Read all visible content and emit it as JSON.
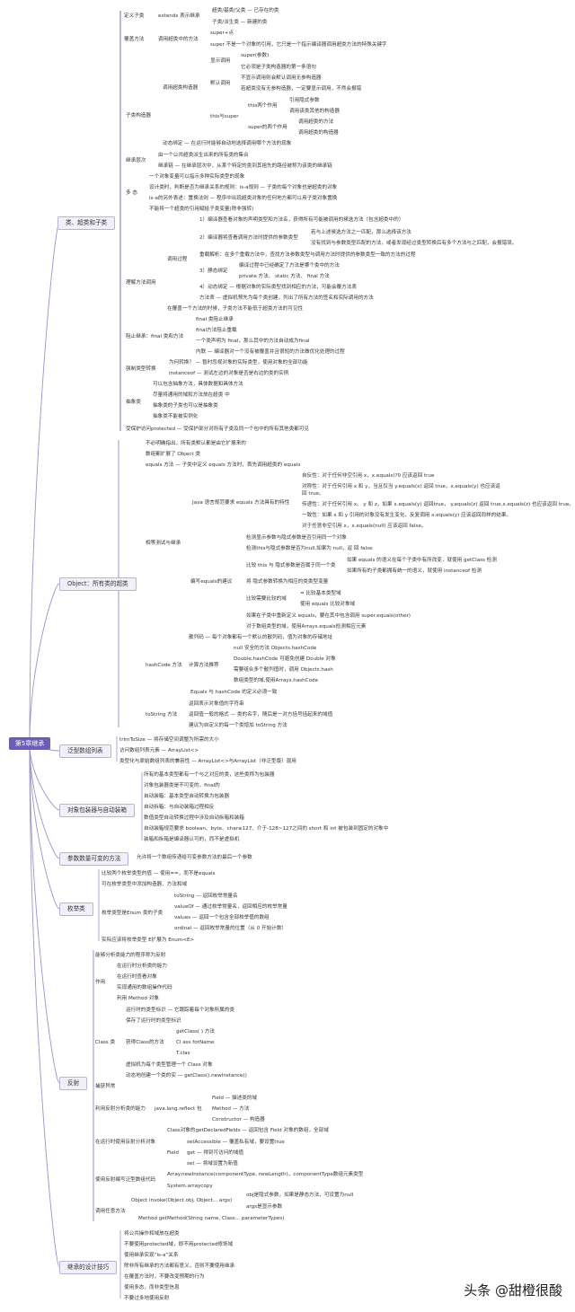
{
  "root": "第5章继承",
  "branches": {
    "b1": {
      "title": "类、超类和子类",
      "define_subclass": "定义子类",
      "extends": "extends 表示继承",
      "superclass": "超类/基类/父类 — 已存在的类",
      "subclass": "子类/派生类 — 新建的类",
      "override": "覆盖方法",
      "call_super_method": "调用超类中的方法",
      "super_dot": "super+点",
      "super_note": "super 不是一个对象的引用，它只是一个指示编译器调用超类方法的特殊关键字",
      "ctor": "子类构造器",
      "call_super_ctor": "调用超类构造器",
      "explicit": "显示调用",
      "explicit_1": "super(参数)",
      "explicit_2": "它必须是子类构造器的第一条语句",
      "implicit": "默认调用",
      "implicit_1": "不显示调用则会默认调用无参构造器",
      "implicit_2": "若超类没有无参构造器，一定要显示调用，不然会报错",
      "this_super": "this与super",
      "this_two": "this两个作用",
      "this_a": "引用隐式参数",
      "this_b": "调用该类其他的构造器",
      "super_two": "super的两个作用",
      "super_a": "调用超类的方法",
      "super_b": "调用超类的构造器",
      "dyn_bind": "动态绑定 — 在运行时能够自动地选择调用哪个方法的现象",
      "hierarchy": "继承层次",
      "hier_1": "由一个公共超类派生出来的所有类的集合",
      "hier_2": "继承链 — 在继承层次中，从某个特定的类到其祖先的路径被称为该类的继承链",
      "poly": "多 态",
      "poly_1": "一个对象变量可以指示多种实际类型的现象",
      "poly_2": "设计类时，判断是否为继承关系的规则：is-a规则 — 子类的每个对象也是超类的对象",
      "poly_3": "is-a的另外表述：置换法则 — 程序中出现超类对象的任何地方都可以用子类对象置换",
      "poly_4": "不能将一个超类的引用赋给子类变量(除非强转)",
      "understand": "理解方法调用",
      "process": "调用过程",
      "p1": "1）编译器查看对象的声明类型和方法名，获得所有可能被调用的候选方法（包含超类中的）",
      "p2": "2）编译器将查看调用方法时提供的参数类型",
      "p2a": "若与上述候选方法之一匹配，那么选择该方法",
      "p2b": "没有找到与参数类型匹配的方法，或者发现经过类型转换后有多个方法与之匹配，会报错误。",
      "overload": "重载解析：在多个重载方法中，查找方法参数类型与调用方法时提供的参数类型一致的方法的过程",
      "p3": "3）静态绑定",
      "p3a": "编译过程中已经确定了方法是哪个类中的方法",
      "p3b": "private 方法、 static 方法、 final 方法",
      "p4": "4）动态绑定 — 根据对象的实际类型找到相应的方法，可能会覆方法表",
      "mtable": "方法表 — 虚拟机预先为每个类创建，列出了所有方法的签名和实际调用的方法",
      "visibility": "在覆盖一个方法的时候，子类方法不能低于超类方法的可见性",
      "prevent": "阻止继承：final 类和方法",
      "f1": "final 类阻止继承",
      "f2": "final方法阻止重载",
      "f3": "一个类声明为 final，那么其中的方法自动成为final",
      "f4": "内联 — 编译器对一个没有被覆盖并且很短的方法做优化处理的过程",
      "cast": "强制类型转换",
      "cast_1": "为何转换？ — 暂时忽视对象的实际类型，使用对象的全部功能",
      "cast_2": "instanceof — 测试左边的对象是否是右边的类的实例",
      "abstract": "抽象类",
      "a1": "可以包含抽象方法，具体数据和具体方法",
      "a2": "尽量将通用的域和方法放在超类 中",
      "a3": "抽象类的子类也可以是抽象类",
      "a4": "抽象类不能被实例化",
      "protected": "受保护访问protected — 受保护部分对所有子类及同一个包中的所有其他类都可见"
    },
    "b2": {
      "title": "Object：所有类的超类",
      "o1": "不必明确指出，所有类默认都是由它扩展来的",
      "o2": "数组都扩展了 Object 类",
      "equals": "equals 方法 — 子类中定义 equals 方法时，首先调用超类的 equals",
      "eqtest": "相等测试与继承",
      "spec": "Java 语言规范要求 equals 方法具有的特性",
      "s1": "自反性：对于任何非空引用 x，x.equals(?0 应该返回 true",
      "s2": "对称性：对于任何引用 x 和 y，当且仅当 y.equals(x) 返回 true，x.equals(y) 也应该返",
      "s2b": "回 true。",
      "s3": "传递性：对于任何引用 x、 y 和 z，如果 x.equals(y) 返回true， y.equals(z) 返回 true,x.equals(z) 也应该返回 true。",
      "s4": "一致性：如果 x 和 y 引用的对象没有发生变化，反复调用 x.equals(y) 应该返回同样的结果。",
      "s5": "对于任意非空引用 x，x.equals(null) 应该返回 false。",
      "advice": "编写equals的建议",
      "e1": "检测显示参数与隐式参数是否引用同一个对象",
      "e2": "检测this与隐式参数是否为null,如果为 null，返 回 false",
      "e3": "比较 this 与 隐式参数是否属于同一个类",
      "e3a": "如果 equals 的语义在每个子类中有所改变，就使用 getClass 检测",
      "e3b": "如果所有的子类都拥有统一的语义，就使用 instanceof 检测",
      "e4": "将 隐式参数转换为相应的类类型变量",
      "e5": "比较需要比较的域",
      "e5a": "= 比较基本类型域",
      "e5b": "使用 equals 比较对象域",
      "e6": "如果在子类中重新定义 equals，要在其中包含调用 super.equals(other)",
      "e7": "对于数组类型的域，使用Arrays.equals检测相应元素",
      "hash": "hashCode 方法",
      "h1": "散列码 — 每个对象都有一个默认的散列码，值为对象的存储地址",
      "h2": "计算方法推荐",
      "h2a": "null 安全的方法 Objects.hashCode",
      "h2b": "Double.hashCode 可避免创建 Double 对象",
      "h2c": "需要组合多个散列值时，调用 Objects.hash",
      "h2d": "数组类型的域,使用Arrays.hashCode",
      "h3": "Equals 与 hashCode 的定义必须一致",
      "tostr": "toString 方法",
      "t1": "返回表示对象值的字符串",
      "t2": "返回值一般的格式 — 类的名字，随后是一对方括号括起来的域值",
      "t3": "建议为自定义的每一个类增加 toString 方法"
    },
    "b3": {
      "title": "泛型数组列表",
      "g1": "trimToSize — 将存储空间调整为所需的大小",
      "g2": "访问数组列表元素 — ArrayList<>",
      "g3": "类型化与原始数组列表的兼容性 — ArrayList<>与ArrayList（非泛型版）混用"
    },
    "b4": {
      "title": "对象包装器与自动装箱",
      "w1": "所有的基本类型都有一个与之对应的类，这些类称为包装器",
      "w2": "对象包装器类是不可变的，final的",
      "w3": "自动装箱：基本类型自动转换为包装器",
      "w4": "自动拆箱：与自动装箱过程相反",
      "w5": "数值类型自动转换过程中涉及自动拆箱和装箱",
      "w6": "自动装箱规范要求 boolean、byte、char≤127、介于-128~127之间的 short 和 int 被包装到固定的对象中",
      "w7": "装箱和拆箱是编译器认可的，而不是虚拟机"
    },
    "b5": {
      "title": "参数数量可变的方法",
      "v1": "允许将一个数组传递给可变参数方法的最后一个参数"
    },
    "b6": {
      "title": "枚举类",
      "n1": "比较两个枚举类型的值 — 使用==，而不是equals",
      "n2": "可在枚举类型中添加构造器、方法和域",
      "n3": "枚举类型是Enum 类的子类",
      "n3a": "toString — 返回枚举常量名",
      "n3b": "valueOf — 通过枚举常量名，返回相应的枚举常量",
      "n3c": "values — 返回一个包含全部枚举值的数组",
      "n3d": "ordinal — 返回枚举常量的位置（从 0 开始计数）",
      "n4": "实际应该将枚举类型 E扩展为 Enum<E>"
    },
    "b7": {
      "title": "反射",
      "r1": "能够分析类能力的程序称为反射",
      "use": "作用",
      "u1": "在运行时分析类的能力",
      "u2": "在运行时查看对象",
      "u3": "实现通用的数组操作代码",
      "u4": "利用 Method 对象",
      "cls": "Class 类",
      "c1": "运行时的类型标识 — 它跟踪着每个对象所属的类",
      "c2": "保存了运行时的类型标识",
      "c3": "获得Class的方法",
      "c3a": "getClass( ) 方法",
      "c3b": "Cl ass forName",
      "c3c": "T.clas",
      "c4": "虚拟机为每个类型管理一个 Class 对象",
      "c5": "动态地创建一个类的实 — getClass().newInstance()",
      "catch": "捕获异常",
      "analyze": "利用反射分析类的能力",
      "pkg": "java.lang.reflect 包",
      "k1": "Field — 描述类的域",
      "k2": "Method — 方法",
      "k3": "Constructor — 构造器",
      "runtime": "在运行时使用反射分析对象",
      "rt1": "Class对象的getDeclaredFields — 返回包含 Field 对象的数组，全部域",
      "field": "Field",
      "fd1": "setAccessible — 覆盖私有域，要设置true",
      "fd2": "get — 得到可访问的域值",
      "fd3": "set — 将域设置为新值",
      "arr": "使用反射编写泛型数组代码",
      "ar1": "Array.newInstance(componentType, newLength)，componentType数组元素类型",
      "ar2": "System.arraycopy",
      "invoke": "调用任意方法",
      "iv1": "Object invoke(Object obj, Object... args)",
      "iv1a": "obj是隐式参数，如果是静态方法，可设置为null",
      "iv1b": "args是显示参数",
      "iv2": "Method getMethod(String name, Class... parameterTypes)"
    },
    "b8": {
      "title": "继承的设计技巧",
      "d1": "将公共操作和域放在超类",
      "d2": "不要使用protected域，即不用protected修饰域",
      "d3": "使用继承实现“is-a”关系",
      "d4": "除非所有继承的方法都有意义，否则不要使用继承",
      "d5": "在覆盖方法时，不要改变预期的行为",
      "d6": "使用多态，而非类型信息",
      "d7": "不要过多地使用反射"
    }
  },
  "watermark": "头条 @甜橙很酸",
  "colors": {
    "root": "#6b5fb5",
    "box_bg": "#f1effa",
    "box_border": "#b9b3da",
    "line": "#9a93cc"
  }
}
